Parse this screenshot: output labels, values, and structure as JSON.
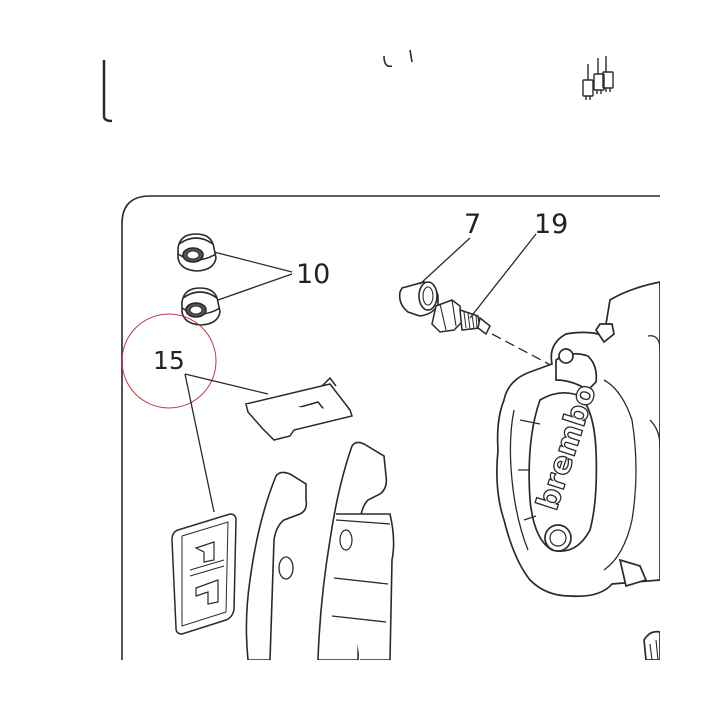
{
  "diagram": {
    "callouts": {
      "c7": "7",
      "c19": "19",
      "c10": "10",
      "c15": "15"
    },
    "brand_text": "brembo",
    "colors": {
      "line": "#2a2a2a",
      "highlight_circle": "#c0394a",
      "background": "#ffffff"
    }
  }
}
